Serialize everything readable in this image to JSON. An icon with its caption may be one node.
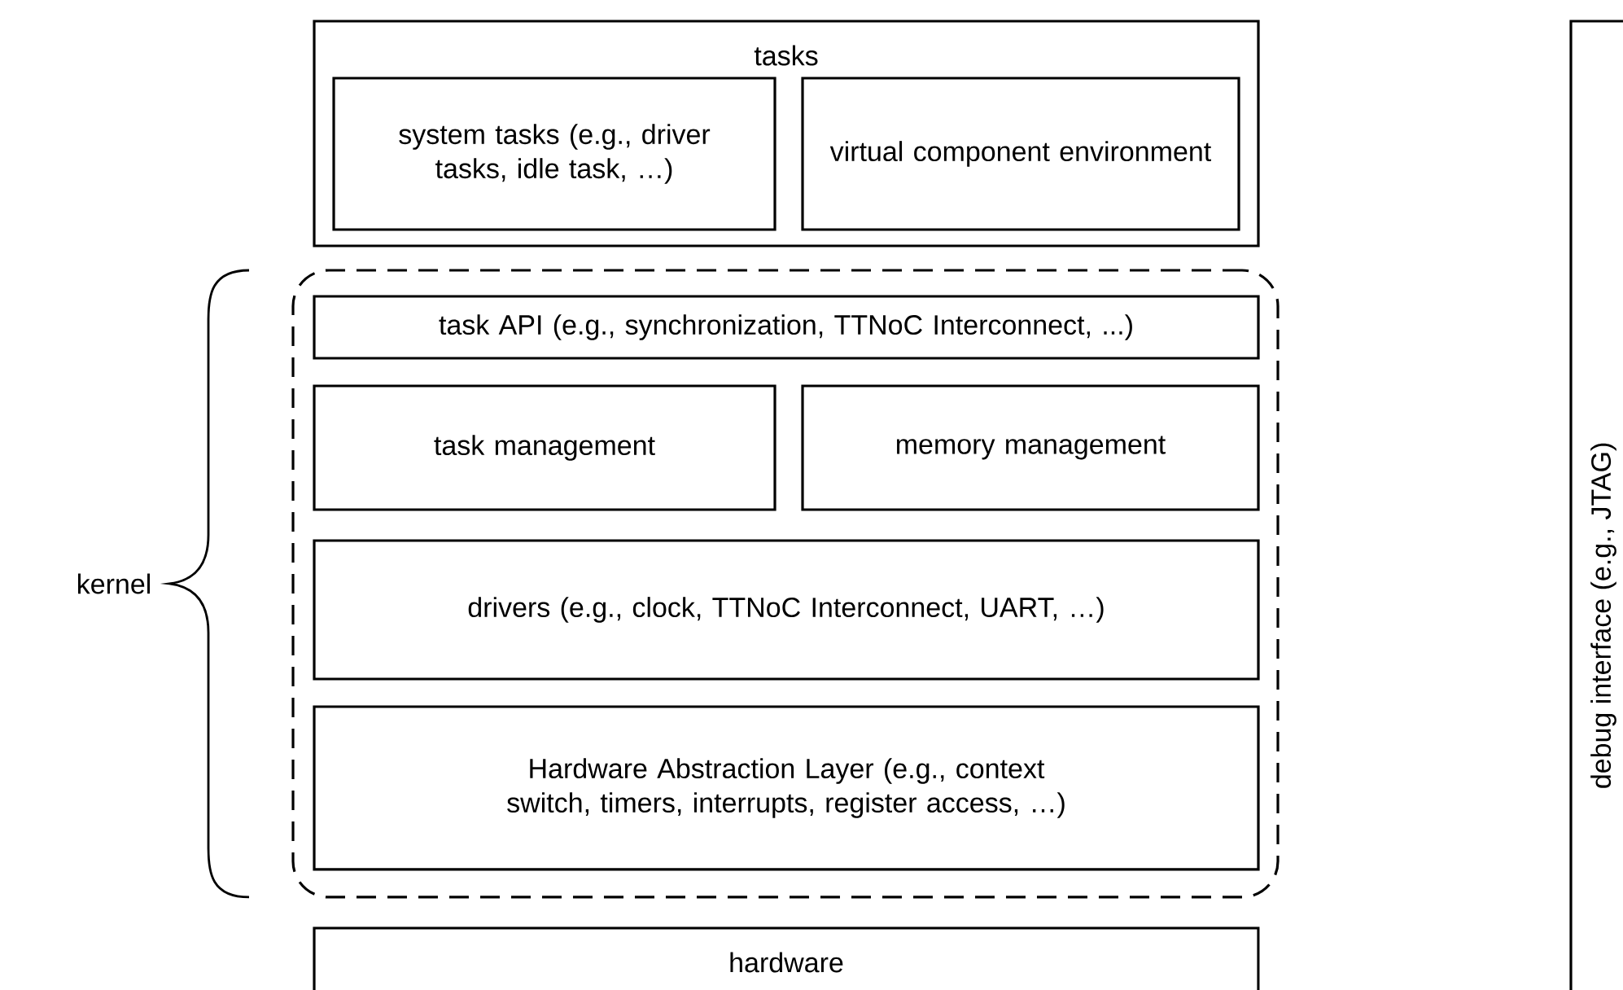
{
  "diagram": {
    "nodes": [
      {
        "text": [
          "tasks"
        ]
      },
      {
        "text": [
          "system tasks (e.g., driver tasks, idle task, …)"
        ],
        "in": 0
      },
      {
        "text": [
          "virtual component environment"
        ],
        "in": 0
      },
      {
        "text": [],
        "shape": "box"
      },
      {
        "text": [
          "task API (e.g., synchronization, TTNoC Interconnect, ...)"
        ],
        "in": 3
      },
      {
        "text": [
          "task management"
        ],
        "in": 3
      },
      {
        "text": [
          "memory management"
        ],
        "in": 3
      },
      {
        "text": [
          "drivers (e.g., clock, TTNoC Interconnect, UART, …)"
        ],
        "in": 3
      },
      {
        "text": [
          "Hardware Abstraction Layer (e.g., context switch, timers, interrupts, register access, …)"
        ],
        "in": 3
      },
      {
        "text": [
          "hardware"
        ]
      },
      {
        "text": [
          "debug interface (e.g., JTAG)"
        ]
      }
    ],
    "edges": [],
    "labels": [
      "kernel"
    ]
  }
}
